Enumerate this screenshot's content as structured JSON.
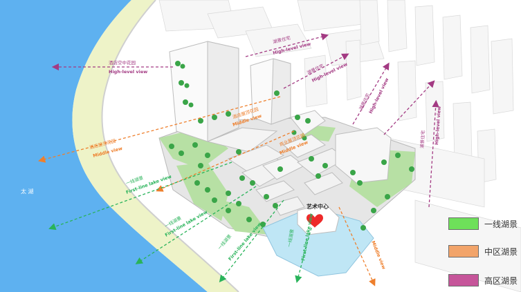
{
  "labels": {
    "lake": "太 湖",
    "art_center": "艺术中心"
  },
  "views": {
    "hotel_garden": {
      "cn": "酒店空中花园",
      "en": "High-level view"
    },
    "lake_residence_top": {
      "cn": "湖景住宅",
      "en": "High-level view"
    },
    "lake_residence_mid": {
      "cn": "湖景住宅",
      "en": "High-level view"
    },
    "lake_residence_right1": {
      "cn": "湖景住宅",
      "en": "High-level view"
    },
    "lake_residence_right2": {
      "cn": "湖景住宅",
      "en": "High-level view"
    },
    "lake_residence_far": {
      "cn": "湖景住宅",
      "en": "High-level view"
    },
    "hotel_roof_garden": {
      "cn": "酒店屋顶花园",
      "en": "Middle view"
    },
    "hotel_roof_garden_2": {
      "cn": "酒店屋顶花园",
      "en": "Middle view"
    },
    "commercial_roof_garden": {
      "cn": "商业屋顶花园",
      "en": "Middle view"
    },
    "middle_view_right": {
      "cn": "",
      "en": "Middle view"
    },
    "first_line_1": {
      "cn": "一线湖景",
      "en": "First-line lake view"
    },
    "first_line_2": {
      "cn": "一线湖景",
      "en": "First-line lake view"
    },
    "first_line_3": {
      "cn": "一线湖景",
      "en": "First-line lake view"
    },
    "first_line_4": {
      "cn": "一线湖景",
      "en": "First-line lake view"
    }
  },
  "legend": [
    {
      "label": "一线湖景",
      "color": "#6ee05a"
    },
    {
      "label": "中区湖景",
      "color": "#f2a46a"
    },
    {
      "label": "高区湖景",
      "color": "#c6559a"
    }
  ],
  "colors": {
    "water": "#5eb1f0",
    "shore": "#eef3c8",
    "green": "#b7e0a4",
    "first_line": "#29b35a",
    "middle": "#ee7f2c",
    "high": "#a33a83",
    "red_heart": "#ee2a2a"
  }
}
